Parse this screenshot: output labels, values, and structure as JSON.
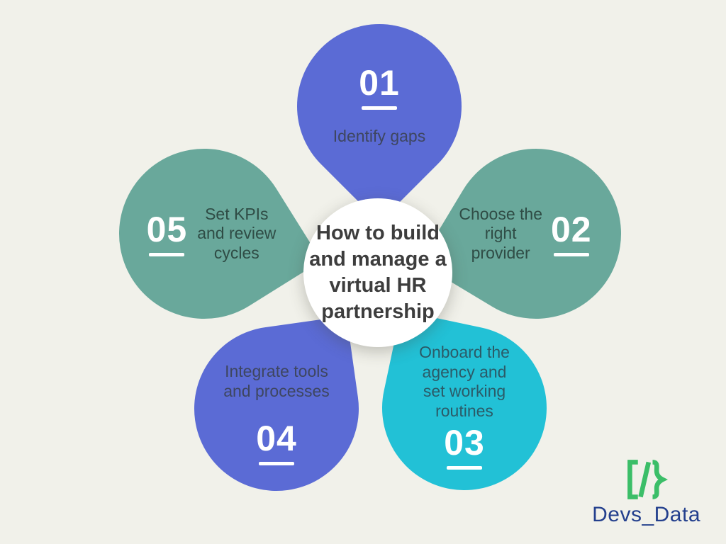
{
  "background": "#F1F1EA",
  "center": {
    "title": "How to build\nand manage a\nvirtual HR\npartnership",
    "bg": "#FFFFFF",
    "text_color": "#3D3D3D"
  },
  "steps": [
    {
      "number": "01",
      "label": "Identify gaps",
      "petal_color": "#5B6BD5",
      "label_color": "#3E4660",
      "number_color": "#FFFFFF"
    },
    {
      "number": "02",
      "label": "Choose the\nright\nprovider",
      "petal_color": "#69A89B",
      "label_color": "#2F4C45",
      "number_color": "#FFFFFF"
    },
    {
      "number": "03",
      "label": "Onboard the\nagency and\nset working\nroutines",
      "petal_color": "#22C1D6",
      "label_color": "#2B5B68",
      "number_color": "#FFFFFF"
    },
    {
      "number": "04",
      "label": "Integrate tools\nand processes",
      "petal_color": "#5B6BD5",
      "label_color": "#3E4660",
      "number_color": "#FFFFFF"
    },
    {
      "number": "05",
      "label": "Set KPIs\nand review\ncycles",
      "petal_color": "#69A89B",
      "label_color": "#2F4C45",
      "number_color": "#FFFFFF"
    }
  ],
  "logo": {
    "icon": "code-brackets-icon",
    "text": "Devs_Data",
    "icon_color": "#3BBE68",
    "text_color": "#233F8D"
  }
}
